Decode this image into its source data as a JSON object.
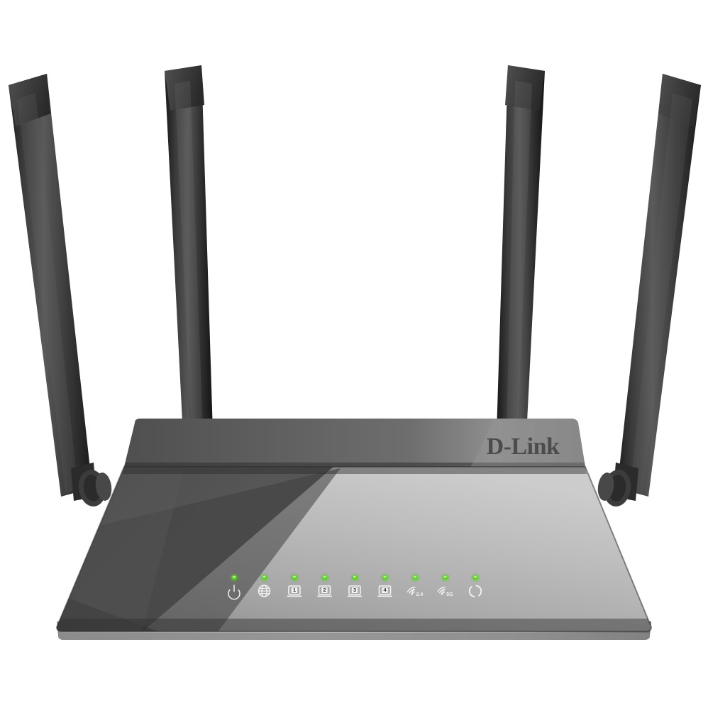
{
  "product": {
    "brand": "D-Link",
    "type": "wireless-router",
    "background_color": "#ffffff",
    "body": {
      "face_color": "#535353",
      "face_color_dark": "#3d3d3d",
      "top_band_color": "#5c5c5c",
      "top_band_color_light": "#8d8d8d",
      "gloss_color": "#b3b3b3",
      "gloss_color_light": "#c9c9c9",
      "base_rim_color": "#a9a9a9",
      "edge_color": "#2e2e2e"
    },
    "antennas": {
      "count": 4,
      "color": "#4a4a4a",
      "color_dark": "#232323",
      "hinge_color": "#3a3a3a",
      "items": [
        {
          "name": "antenna-far-left",
          "tilt": "outward-steep"
        },
        {
          "name": "antenna-inner-left",
          "tilt": "near-vertical"
        },
        {
          "name": "antenna-inner-right",
          "tilt": "near-vertical"
        },
        {
          "name": "antenna-far-right",
          "tilt": "outward-steep"
        }
      ]
    },
    "logo": {
      "text": "D-Link",
      "color": "#4c4c4c"
    },
    "led_panel": {
      "led_on_color": "#4cd61a",
      "led_glow_color": "#7cf03c",
      "icon_color": "#f2f2f2",
      "indicators": [
        {
          "id": "power",
          "icon": "power-icon",
          "label": ""
        },
        {
          "id": "internet",
          "icon": "globe-icon",
          "label": ""
        },
        {
          "id": "lan1",
          "icon": "lan-port-icon",
          "label": "1"
        },
        {
          "id": "lan2",
          "icon": "lan-port-icon",
          "label": "2"
        },
        {
          "id": "lan3",
          "icon": "lan-port-icon",
          "label": "3"
        },
        {
          "id": "lan4",
          "icon": "lan-port-icon",
          "label": "4"
        },
        {
          "id": "wifi24",
          "icon": "wifi-icon",
          "label": "2.4"
        },
        {
          "id": "wifi5",
          "icon": "wifi-icon",
          "label": "5G"
        },
        {
          "id": "wps",
          "icon": "wps-icon",
          "label": ""
        }
      ]
    }
  }
}
